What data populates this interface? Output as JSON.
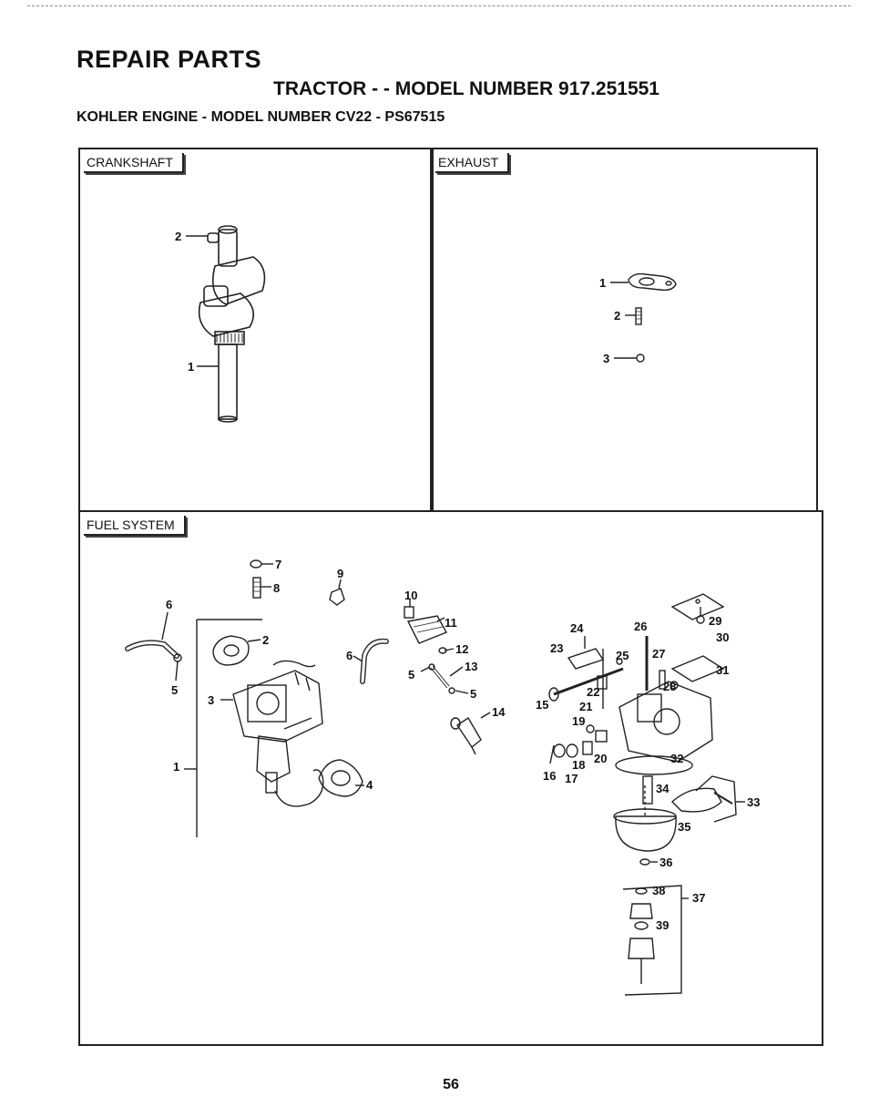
{
  "header": {
    "title": "REPAIR PARTS",
    "model": "TRACTOR - - MODEL NUMBER 917.251551",
    "engine": "KOHLER ENGINE - MODEL NUMBER CV22 - PS67515"
  },
  "sections": {
    "crankshaft": {
      "label": "CRANKSHAFT",
      "callouts": [
        "1",
        "2"
      ]
    },
    "exhaust": {
      "label": "EXHAUST",
      "callouts": [
        "1",
        "2",
        "3"
      ]
    },
    "fuel_system": {
      "label": "FUEL SYSTEM",
      "callouts": [
        "1",
        "2",
        "3",
        "4",
        "5",
        "5",
        "5",
        "6",
        "6",
        "7",
        "8",
        "9",
        "10",
        "11",
        "12",
        "13",
        "14",
        "15",
        "16",
        "17",
        "18",
        "19",
        "20",
        "21",
        "22",
        "23",
        "24",
        "25",
        "26",
        "27",
        "28",
        "29",
        "30",
        "31",
        "32",
        "33",
        "34",
        "35",
        "36",
        "37",
        "38",
        "39"
      ]
    }
  },
  "footer": {
    "page_number": "56"
  }
}
